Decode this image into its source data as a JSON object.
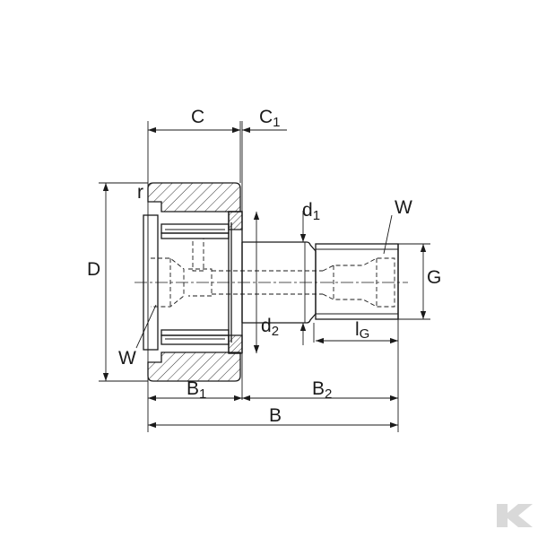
{
  "labels": {
    "C": "C",
    "C1_main": "C",
    "C1_sub": "1",
    "r": "r",
    "d1_main": "d",
    "d1_sub": "1",
    "W_top": "W",
    "D": "D",
    "G": "G",
    "d2_main": "d",
    "d2_sub": "2",
    "lG_main": "l",
    "lG_sub": "G",
    "W_bottom": "W",
    "B1_main": "B",
    "B1_sub": "1",
    "B2_main": "B",
    "B2_sub": "2",
    "B": "B"
  },
  "colors": {
    "line": "#1a1a1a",
    "logo": "#d9d9d9"
  },
  "logo": {
    "icon": "kramp-k-logo-icon"
  }
}
